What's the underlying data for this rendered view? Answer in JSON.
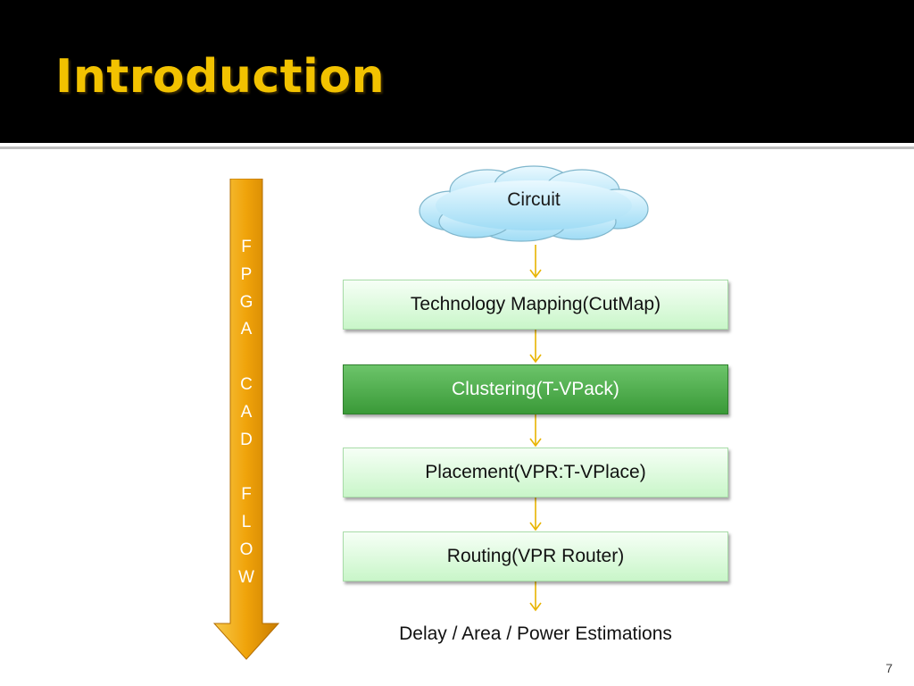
{
  "slide": {
    "title": "Introduction",
    "page_number": "7"
  },
  "side_label": {
    "letters": [
      "F",
      "P",
      "G",
      "A",
      "",
      "C",
      "A",
      "D",
      "",
      "F",
      "L",
      "O",
      "W"
    ]
  },
  "flow": {
    "start": "Circuit",
    "steps": [
      {
        "label": "Technology Mapping(CutMap)"
      },
      {
        "label": "Clustering(T-VPack)"
      },
      {
        "label": "Placement(VPR:T-VPlace)"
      },
      {
        "label": "Routing(VPR Router)"
      }
    ],
    "result": "Delay / Area / Power  Estimations"
  },
  "colors": {
    "title": "#f2c200",
    "arrow": "#f0a30a",
    "connector": "#e8b400",
    "active_step": "#4caf50",
    "step": "#d4f8d4",
    "cloud": "#cdeefb"
  }
}
